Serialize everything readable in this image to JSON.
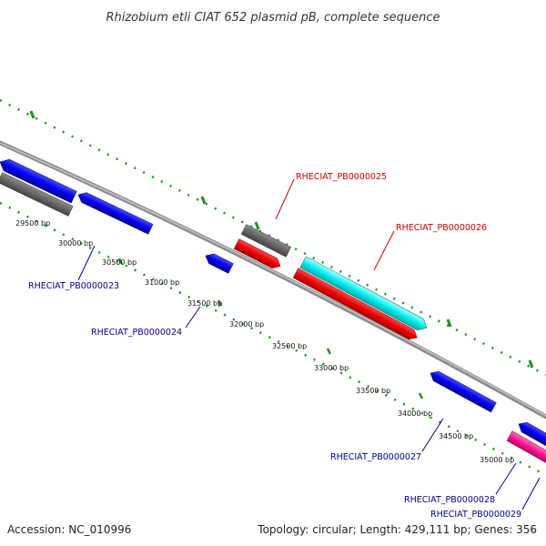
{
  "title": "Rhizobium etli CIAT 652 plasmid pB, complete sequence",
  "accession": "Accession: NC_010996",
  "summary": "Topology: circular; Length: 429,111 bp; Genes: 356",
  "colors": {
    "backbone": "#8c8c8c",
    "gc_dots": "#1e8f1e",
    "forward_label": "#cc0000",
    "reverse_label": "#00008b",
    "blue_gene": "#0000ee",
    "grey_gene": "#666666",
    "red_gene": "#ee0000",
    "cyan_gene": "#00eeee",
    "pink_gene": "#ff1493"
  },
  "ticks": [
    "29500 bp",
    "30000 bp",
    "30500 bp",
    "31000 bp",
    "31500 bp",
    "32000 bp",
    "32500 bp",
    "33000 bp",
    "33500 bp",
    "34000 bp",
    "34500 bp",
    "35000 bp"
  ],
  "genes": [
    {
      "label": "RHECIAT_PB0000023",
      "strand": "reverse"
    },
    {
      "label": "RHECIAT_PB0000024",
      "strand": "reverse"
    },
    {
      "label": "RHECIAT_PB0000025",
      "strand": "forward"
    },
    {
      "label": "RHECIAT_PB0000026",
      "strand": "forward"
    },
    {
      "label": "RHECIAT_PB0000027",
      "strand": "reverse"
    },
    {
      "label": "RHECIAT_PB0000028",
      "strand": "reverse"
    },
    {
      "label": "RHECIAT_PB0000029",
      "strand": "reverse"
    }
  ]
}
